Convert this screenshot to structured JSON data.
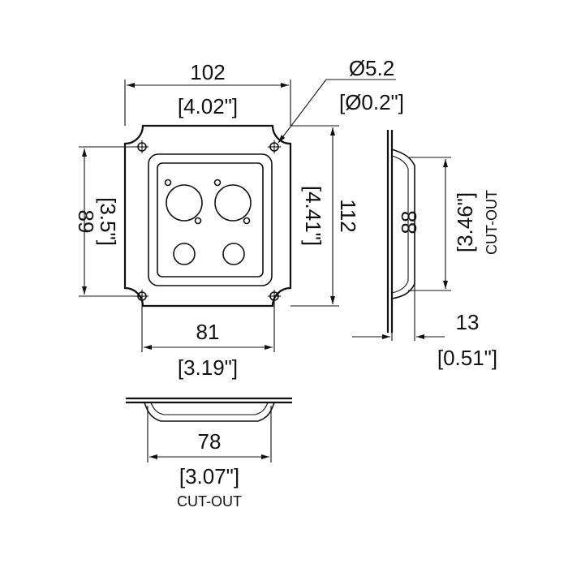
{
  "top_view": {
    "width_mm": "102",
    "width_in": "[4.02\"]",
    "hole_dia_mm": "Ø5.2",
    "hole_dia_in": "[Ø0.2\"]",
    "height_mm": "89",
    "height_in": "[3.5\"]",
    "height_right_mm": "112",
    "height_right_in": "[4.41\"]",
    "bottom_width_mm": "81",
    "bottom_width_in": "[3.19\"]"
  },
  "side_view": {
    "cutout_mm": "88",
    "cutout_in": "[3.46\"]",
    "cutout_label": "CUT-OUT",
    "depth_mm": "13",
    "depth_in": "[0.51\"]"
  },
  "bottom_view": {
    "cutout_mm": "78",
    "cutout_in": "[3.07\"]",
    "cutout_label": "CUT-OUT"
  }
}
